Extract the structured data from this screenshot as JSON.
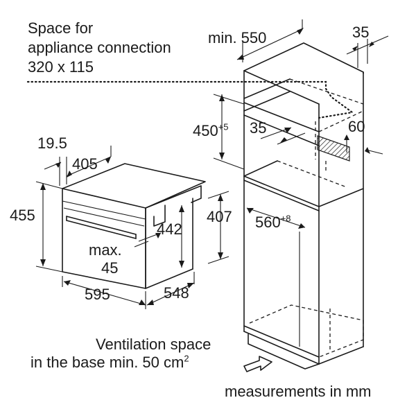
{
  "notes": {
    "connection_line1": "Space for",
    "connection_line2": "appliance connection",
    "connection_line3": "320 x 115",
    "ventilation_line1": "Ventilation space",
    "ventilation_line2": "in the base min. 50 cm",
    "ventilation_sup": "2",
    "units": "measurements in mm"
  },
  "dimensions": {
    "min_550": "min. 550",
    "d35_top": "35",
    "d450": "450",
    "d450_sup": "+5",
    "d35_mid": "35",
    "d60": "60",
    "d560": "560",
    "d560_sup": "+8",
    "d19_5": "19.5",
    "d405": "405",
    "d455": "455",
    "d442": "442",
    "d407": "407",
    "max_label": "max.",
    "max_value": "45",
    "d595": "595",
    "d548": "548"
  }
}
